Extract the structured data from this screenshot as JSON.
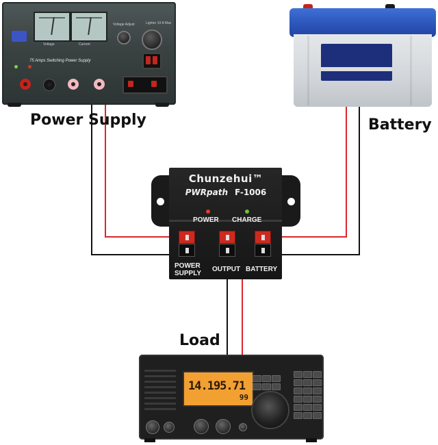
{
  "labels": {
    "power_supply": "Power Supply",
    "battery": "Battery",
    "load": "Load"
  },
  "switch_box": {
    "brand": "Chunzehui™",
    "product": "PWRpath",
    "model": "F-1006",
    "indicators": {
      "power": "POWER",
      "charge": "CHARGE"
    },
    "ports": {
      "power_supply_line1": "POWER",
      "power_supply_line2": "SUPPLY",
      "output": "OUTPUT",
      "battery": "BATTERY"
    }
  },
  "power_supply_device": {
    "title": "75 Amps Switching Power Supply",
    "meter_labels": [
      "Voltage",
      "Current"
    ],
    "knob_labels": {
      "voltage": "Voltage Adjust",
      "lighter": "Lighter 10 A Max"
    }
  },
  "radio_display": {
    "frequency": "14.195.71",
    "channel": "99"
  },
  "colors": {
    "positive_wire": "#d8262b",
    "negative_wire": "#111111",
    "power_led": "#e33b2a",
    "charge_led": "#6cc23a",
    "battery_lid": "#2f5ec4",
    "radio_display": "#f2a032"
  },
  "icons": [
    "power-supply-unit",
    "car-battery",
    "power-switch-box",
    "ham-radio-transceiver"
  ]
}
